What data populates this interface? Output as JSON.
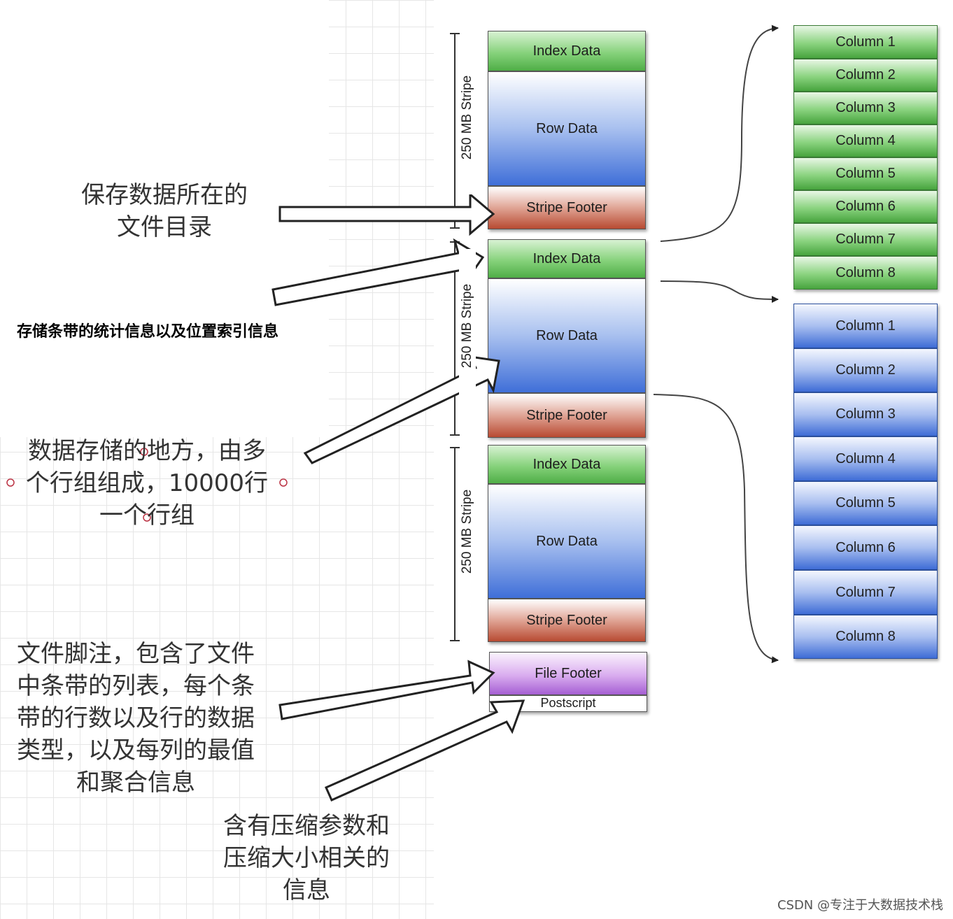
{
  "stripes": [
    {
      "size_label": "250 MB Stripe",
      "index_label": "Index Data",
      "row_label": "Row Data",
      "footer_label": "Stripe Footer"
    },
    {
      "size_label": "250 MB Stripe",
      "index_label": "Index Data",
      "row_label": "Row Data",
      "footer_label": "Stripe Footer"
    },
    {
      "size_label": "250 MB Stripe",
      "index_label": "Index Data",
      "row_label": "Row Data",
      "footer_label": "Stripe Footer"
    }
  ],
  "file_footer_label": "File Footer",
  "postscript_label": "Postscript",
  "index_columns": [
    "Column 1",
    "Column 2",
    "Column 3",
    "Column 4",
    "Column 5",
    "Column 6",
    "Column 7",
    "Column 8"
  ],
  "row_columns": [
    "Column 1",
    "Column 2",
    "Column 3",
    "Column 4",
    "Column 5",
    "Column 6",
    "Column 7",
    "Column 8"
  ],
  "annotations": {
    "file_directory": [
      "保存数据所在的",
      "文件目录"
    ],
    "stripe_stats": "存储条带的统计信息以及位置索引信息",
    "row_data": [
      "数据存储的地方，由多",
      "个行组组成，10000行",
      "一个行组"
    ],
    "file_footer": [
      "文件脚注，包含了文件",
      "中条带的列表，每个条",
      "带的行数以及行的数据",
      "类型，以及每列的最值",
      "和聚合信息"
    ],
    "postscript": [
      "含有压缩参数和",
      "压缩大小相关的",
      "信息"
    ]
  },
  "watermark": "CSDN @专注于大数据技术栈",
  "colors": {
    "index_data": "#5cb85c",
    "row_data": "#4a78d9",
    "stripe_footer": "#c0563e",
    "file_footer": "#b070dd",
    "grid": "#e6e6e6"
  }
}
